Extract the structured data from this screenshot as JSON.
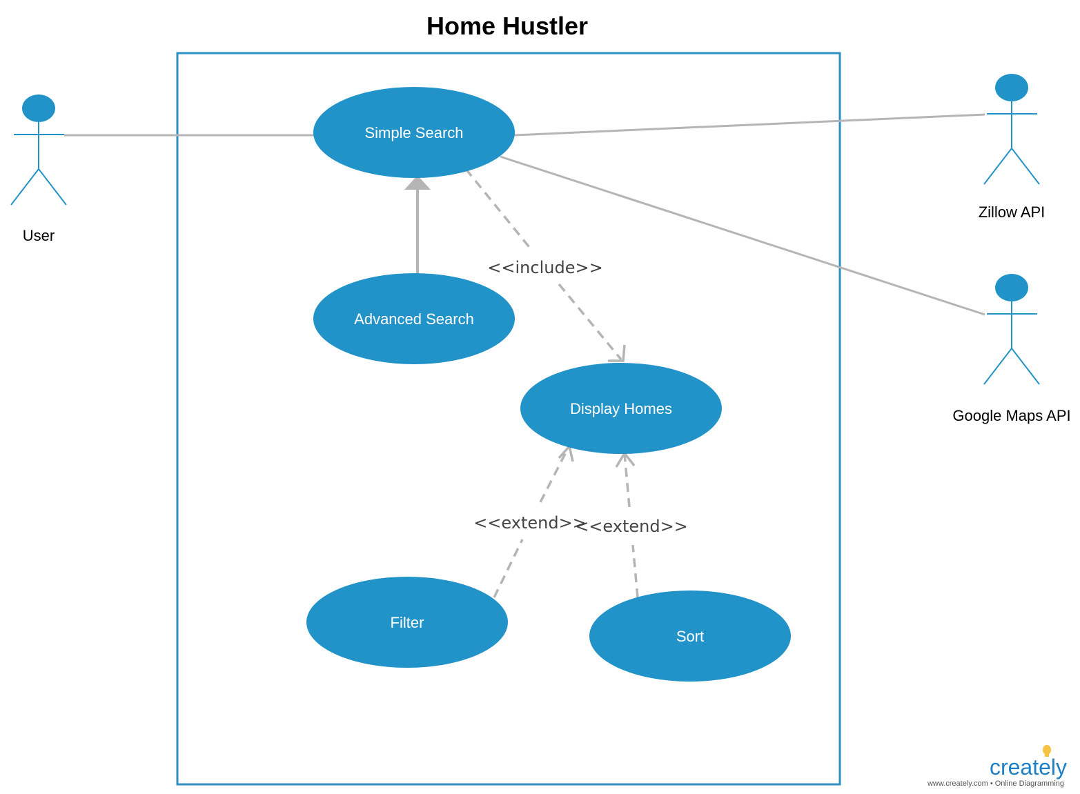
{
  "diagram": {
    "title": "Home Hustler",
    "colors": {
      "use_case_fill": "#2293c8",
      "actor": "#2293c8",
      "boundary": "#2b8fc4",
      "connector": "#b5b5b5",
      "stereotype_text": "#444444",
      "logo_blue": "#1d7fc5",
      "logo_bulb": "#f5c242"
    },
    "actors": {
      "user": "User",
      "zillow": "Zillow API",
      "google_maps": "Google Maps API"
    },
    "use_cases": {
      "simple_search": "Simple Search",
      "advanced_search": "Advanced Search",
      "display_homes": "Display Homes",
      "filter": "Filter",
      "sort": "Sort"
    },
    "relationships": {
      "include": "<<include>>",
      "extend_filter": "<<extend>>",
      "extend_sort": "<<extend>>"
    },
    "branding": {
      "logo_text": "creately",
      "tagline": "www.creately.com • Online Diagramming"
    }
  }
}
